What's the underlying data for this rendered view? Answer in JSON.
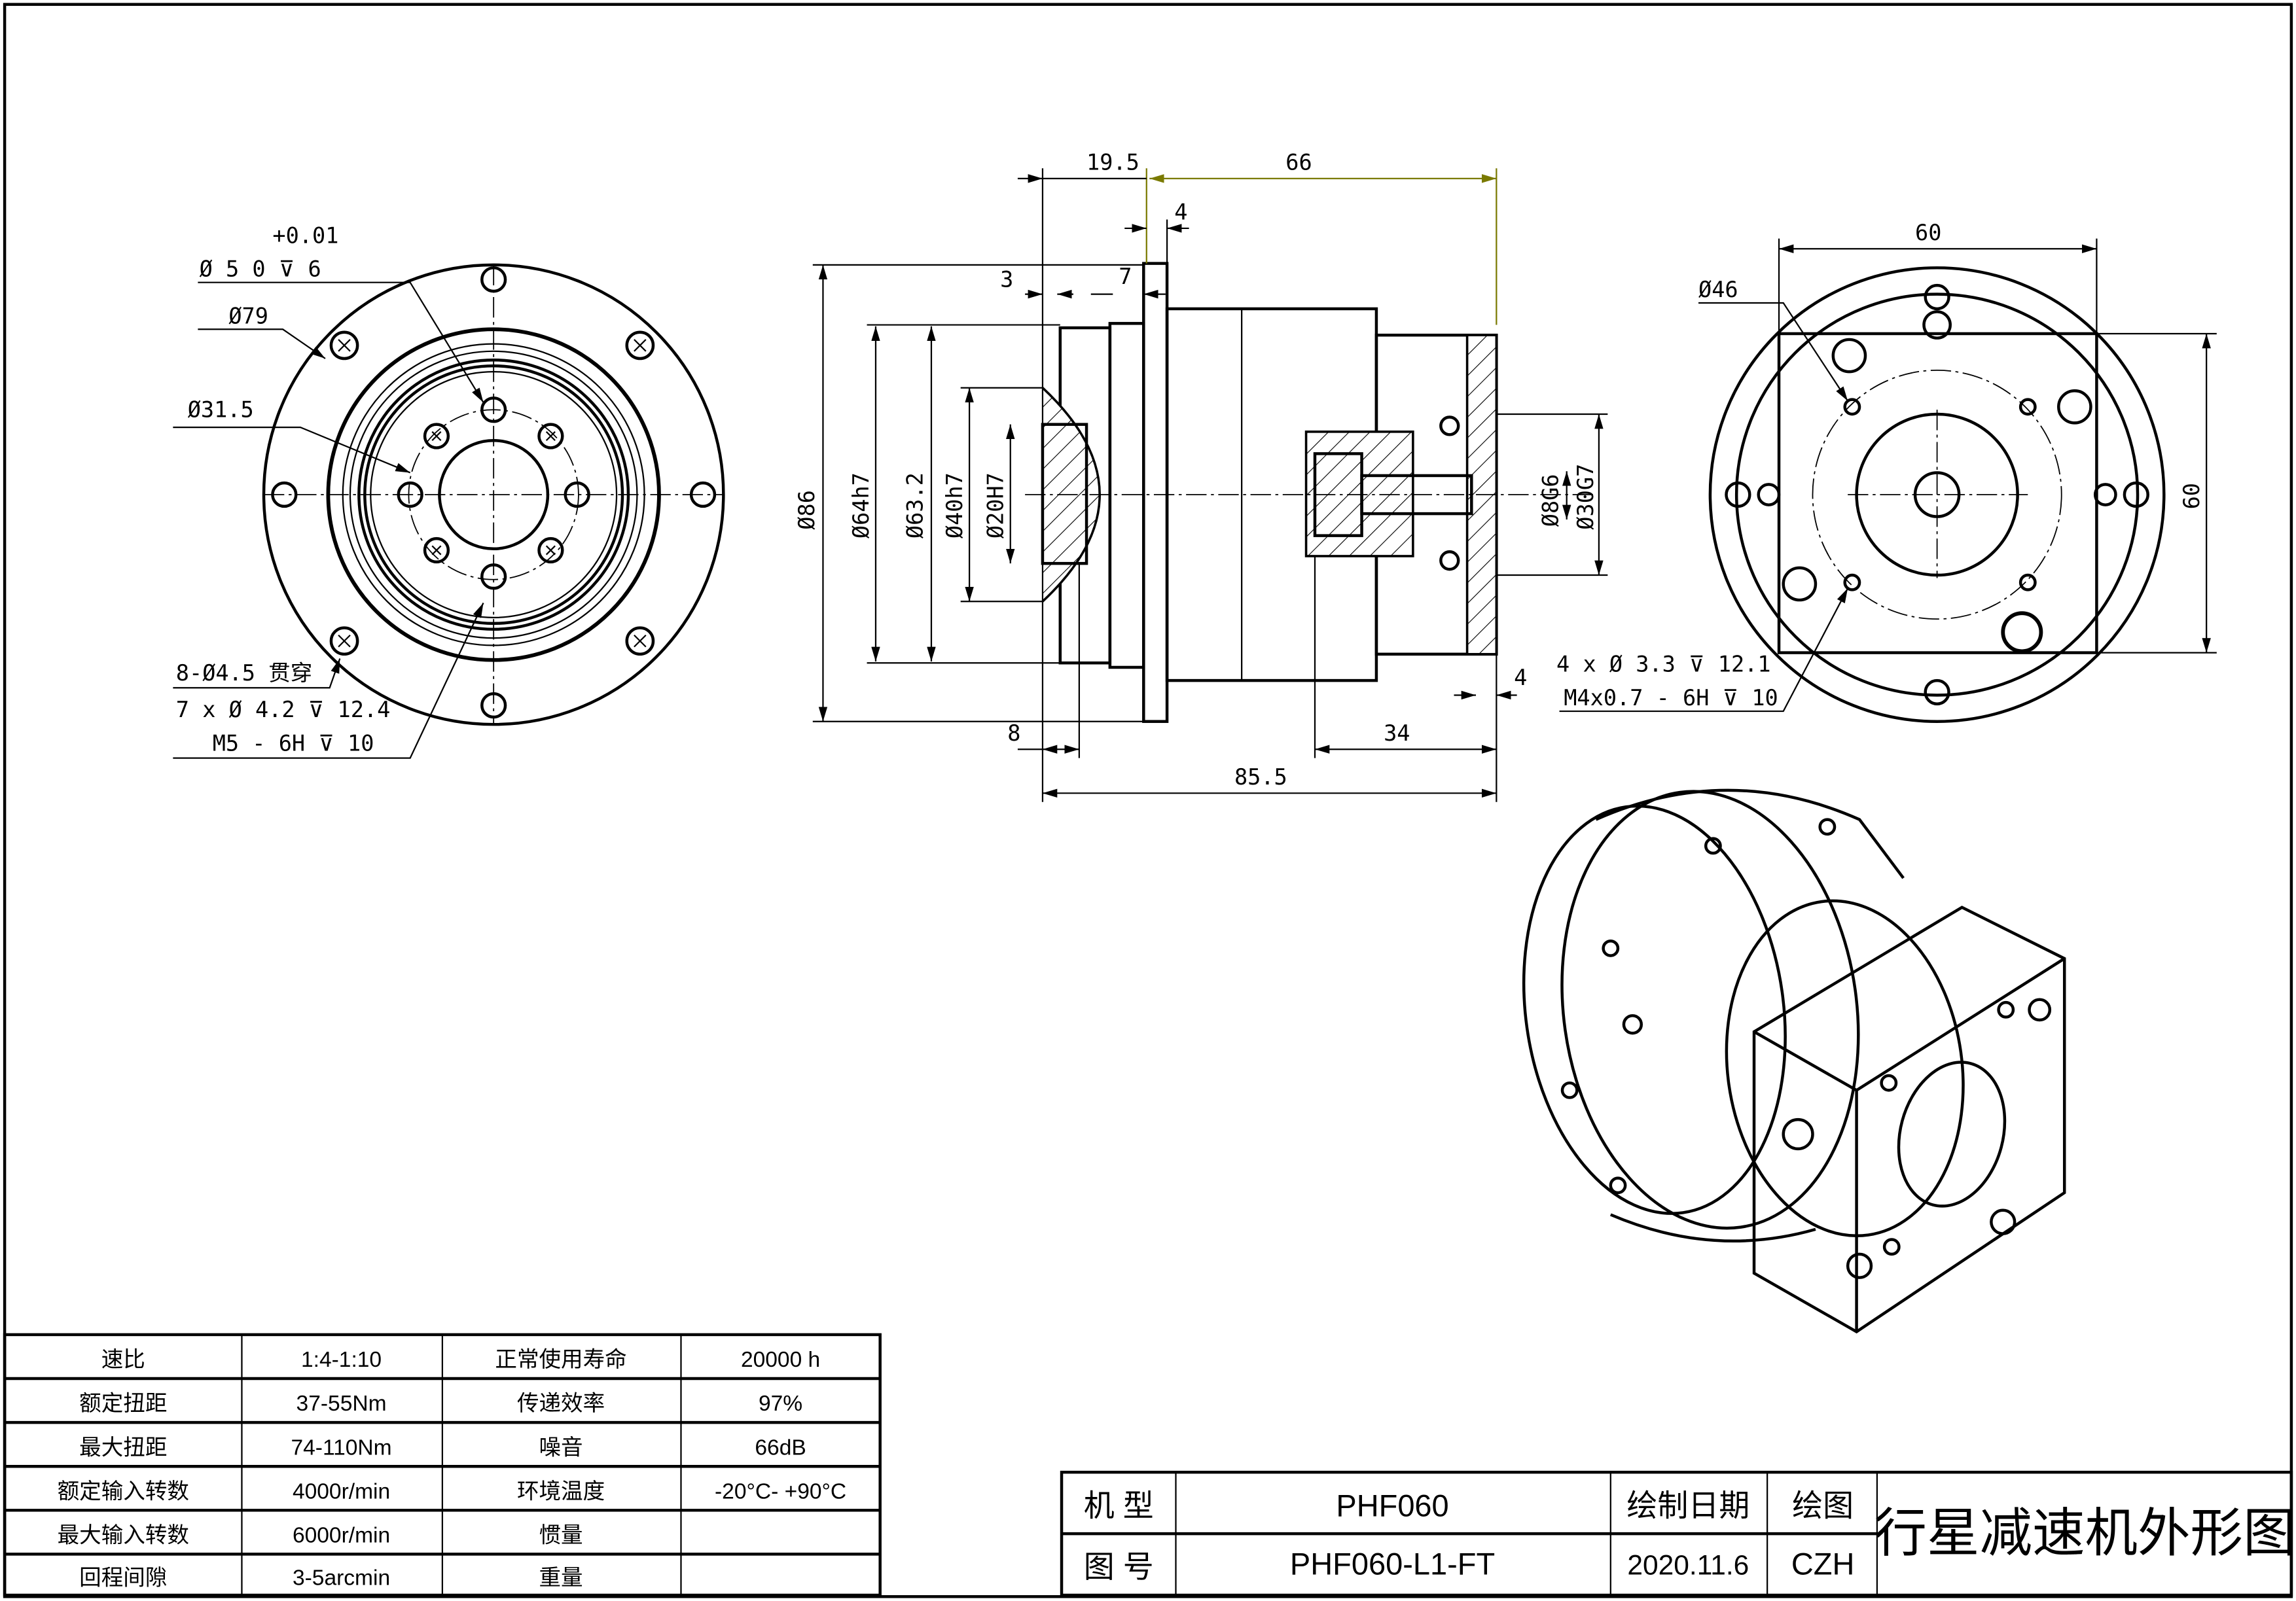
{
  "front_view": {
    "tol_upper": "+0.01",
    "bore_callout": "Ø 5  0   ⊽ 6",
    "flange_dia": "Ø79",
    "pcd": "Ø31.5",
    "through_holes": "8-Ø4.5 贯穿",
    "tapped_holes_1": "7 x Ø 4.2 ⊽ 12.4",
    "tapped_holes_2": "M5 - 6H ⊽ 10"
  },
  "side_view": {
    "d_19_5": "19.5",
    "d_66": "66",
    "d_4_top": "4",
    "d_3": "3",
    "d_7": "7",
    "d_86": "Ø86",
    "d_64h7": "Ø64h7",
    "d_63_2": "Ø63.2",
    "d_40h7": "Ø40h7",
    "d_20H7": "Ø20H7",
    "d_8G6": "Ø8G6",
    "d_30G7": "Ø30G7",
    "d_4_bottom": "4",
    "d_34": "34",
    "d_8": "8",
    "d_85_5": "85.5"
  },
  "rear_view": {
    "width": "60",
    "height": "60",
    "pcd": "Ø46",
    "holes_1": "4 x Ø 3.3 ⊽ 12.1",
    "holes_2": "M4x0.7 - 6H ⊽ 10"
  },
  "spec_table": {
    "rows": [
      {
        "k1": "速比",
        "v1": "1:4-1:10",
        "k2": "正常使用寿命",
        "v2": "20000 h"
      },
      {
        "k1": "额定扭距",
        "v1": "37-55Nm",
        "k2": "传递效率",
        "v2": "97%"
      },
      {
        "k1": "最大扭距",
        "v1": "74-110Nm",
        "k2": "噪音",
        "v2": "66dB"
      },
      {
        "k1": "额定输入转数",
        "v1": "4000r/min",
        "k2": "环境温度",
        "v2": "-20°C- +90°C"
      },
      {
        "k1": "最大输入转数",
        "v1": "6000r/min",
        "k2": "惯量",
        "v2": ""
      },
      {
        "k1": "回程间隙",
        "v1": "3-5arcmin",
        "k2": "重量",
        "v2": ""
      }
    ]
  },
  "title_block": {
    "model_label": "机 型",
    "model": "PHF060",
    "drawing_no_label": "图 号",
    "drawing_no": "PHF060-L1-FT",
    "date_label": "绘制日期",
    "date": "2020.11.6",
    "drawer_label": "绘图",
    "drawer": "CZH",
    "title": "行星减速机外形图"
  }
}
